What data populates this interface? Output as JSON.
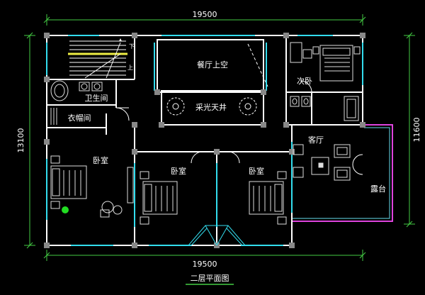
{
  "dimensions": {
    "top_width": "19500",
    "bottom_width": "19500",
    "left_depth": "13100",
    "right_depth": "11600"
  },
  "rooms": {
    "dining_void": "餐厅上空",
    "skylight_atrium": "采光天井",
    "secondary_bedroom": "次卧",
    "bathroom": "卫生间",
    "cloakroom": "衣帽间",
    "bedroom_left": "卧室",
    "bedroom_middle": "卧室",
    "bedroom_right": "卧室",
    "living_room": "客厅",
    "terrace": "露台"
  },
  "stair_labels": {
    "down": "下",
    "up": "上"
  },
  "drawing_title": "二层平面图",
  "colors": {
    "background": "#000000",
    "wall": "#ffffff",
    "glass": "#33ddee",
    "dimension": "#44cc44",
    "furniture": "#dddddd",
    "terrace_rail": "#dd44dd",
    "stair_rail": "#eeee44",
    "plant": "#22dd22"
  }
}
